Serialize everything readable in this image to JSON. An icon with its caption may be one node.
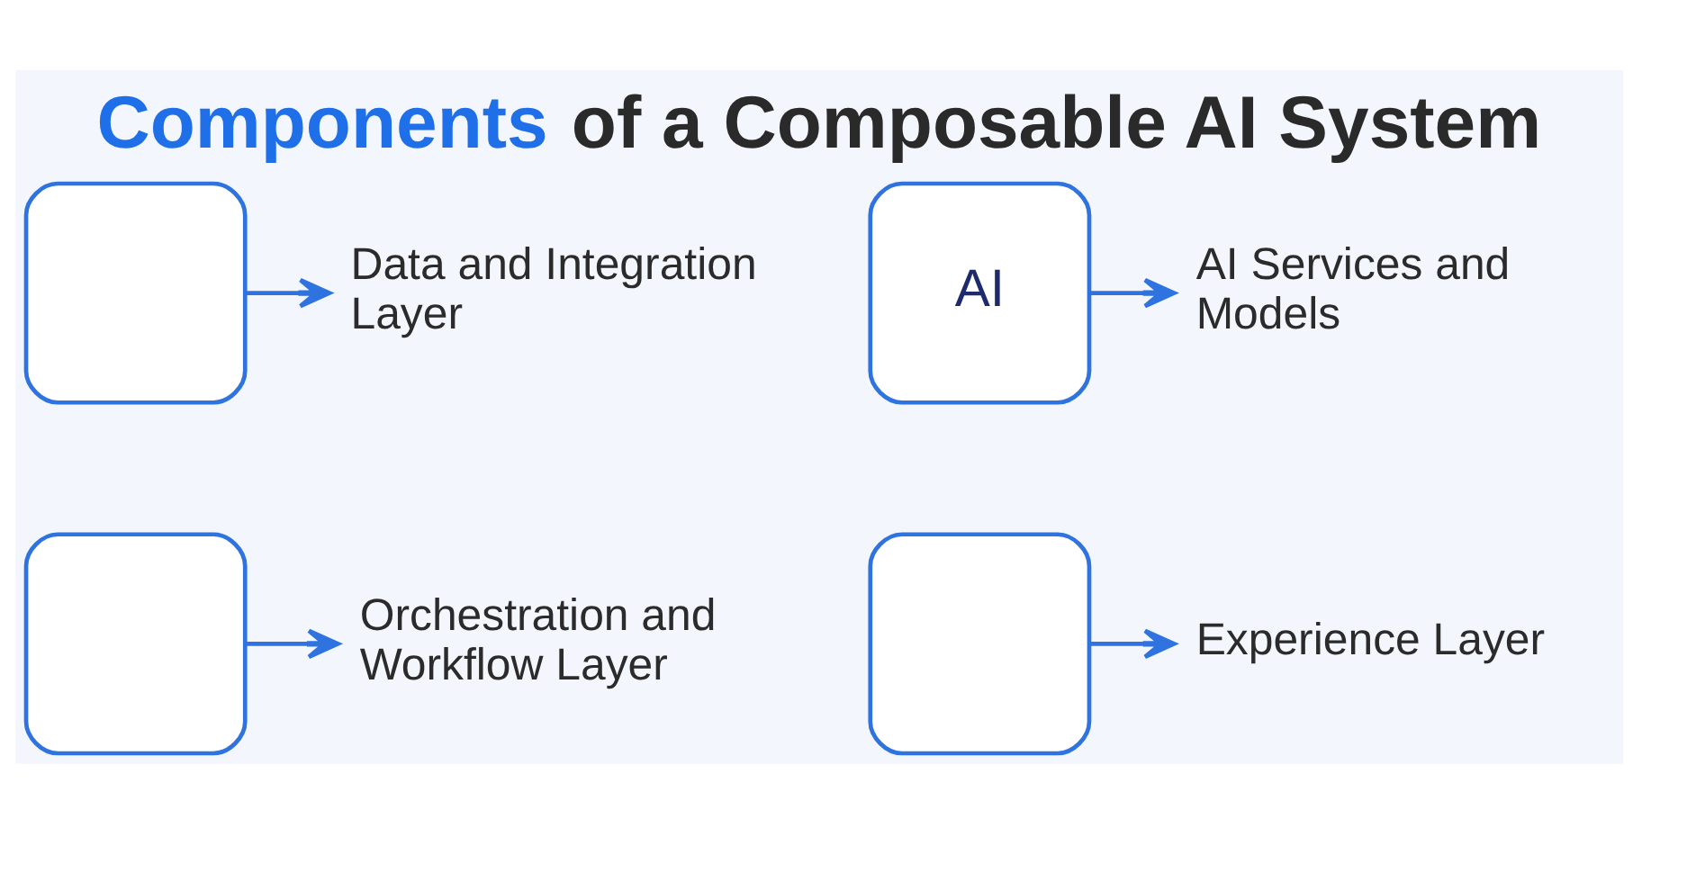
{
  "diagram": {
    "title": "Components of a Composable AI System",
    "nodes": [
      {
        "text": [],
        "shape": "box"
      },
      {
        "text": [
          "Data and Integration Layer"
        ]
      },
      {
        "text": [
          "AI"
        ]
      },
      {
        "text": [
          "AI Services and Models"
        ]
      },
      {
        "text": [],
        "shape": "box"
      },
      {
        "text": [
          "Orchestration and Workflow Layer"
        ]
      },
      {
        "text": [],
        "shape": "box"
      },
      {
        "text": [
          "Experience Layer"
        ]
      }
    ],
    "edges": [
      {
        "from": 0,
        "to": 1,
        "arrow": "to"
      },
      {
        "from": 2,
        "to": 3,
        "arrow": "to"
      },
      {
        "from": 4,
        "to": 5,
        "arrow": "to"
      },
      {
        "from": 6,
        "to": 7,
        "arrow": "to"
      }
    ]
  }
}
